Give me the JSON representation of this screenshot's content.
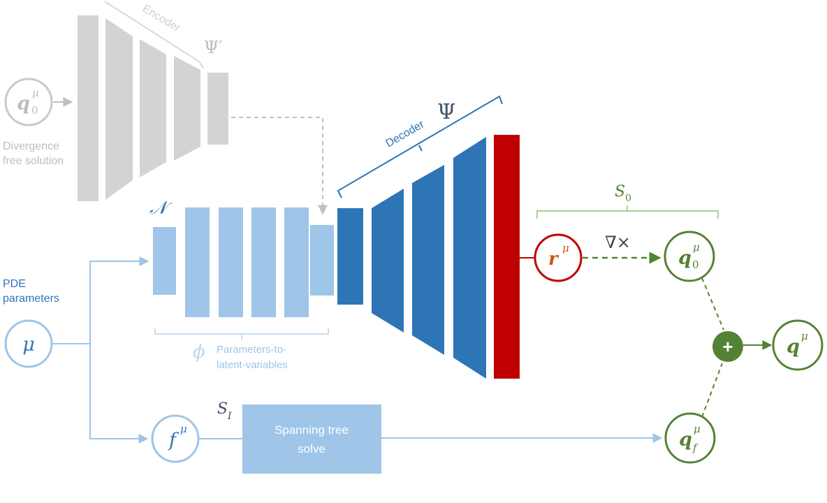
{
  "encoder": {
    "label": "Encoder",
    "psi_prime": "Ψ′",
    "input_node": {
      "base": "q",
      "sup": "μ",
      "sub": "0"
    },
    "input_caption": [
      "Divergence",
      "free solution"
    ],
    "color": "#d3d3d3"
  },
  "network_n": {
    "symbol": "𝒩",
    "phi": "ϕ",
    "caption": [
      "Parameters-to-",
      "latent-variables"
    ],
    "color": "#9fc5e8"
  },
  "decoder": {
    "label": "Decoder",
    "psi": "Ψ",
    "color": "#2e75b6",
    "output_color": "#c00000"
  },
  "pde": {
    "caption": [
      "PDE",
      "parameters"
    ],
    "mu_node": "μ",
    "f_node": {
      "base": "f",
      "sup": "μ"
    },
    "s_i": {
      "base": "S",
      "sub": "I"
    },
    "spanning_tree": [
      "Spanning tree",
      "solve"
    ]
  },
  "green_branch": {
    "s0": {
      "base": "S",
      "sub": "0"
    },
    "r_node": {
      "base": "r",
      "sup": "μ"
    },
    "curl": "∇×",
    "q0_node": {
      "base": "q",
      "sup": "μ",
      "sub": "0"
    },
    "qf_node": {
      "base": "q",
      "sup": "μ",
      "sub": "f"
    },
    "plus": "+",
    "q_node": {
      "base": "q",
      "sup": "μ"
    },
    "color": "#548235",
    "r_color": "#c55a11"
  }
}
